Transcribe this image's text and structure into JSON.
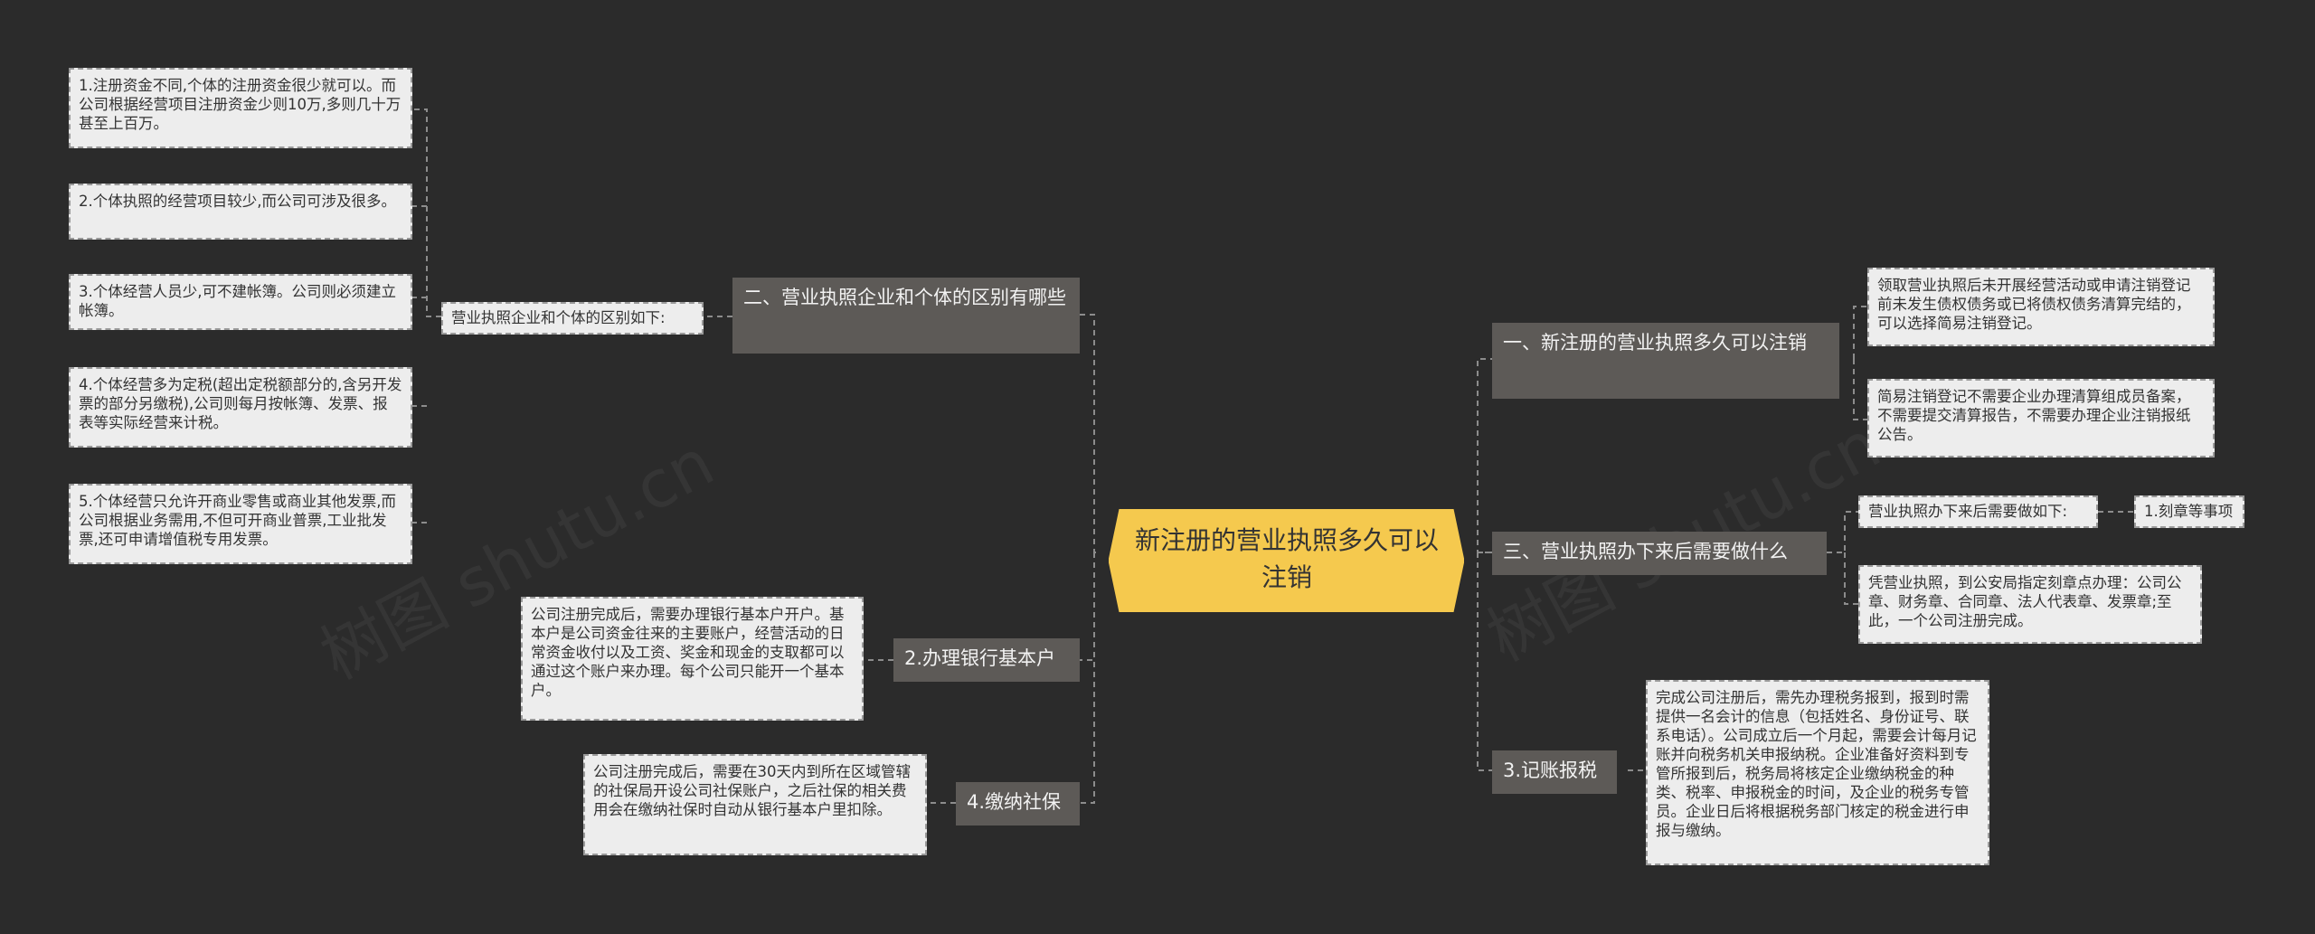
{
  "colors": {
    "background": "#2b2b2b",
    "root_fill": "#f5c94e",
    "branch_fill": "#5d5a57",
    "leaf_fill": "#ededed",
    "connector": "#8c8c8c"
  },
  "root": {
    "label": "新注册的营业执照多久可以注销"
  },
  "watermark": "树图 shutu.cn",
  "left": {
    "b1": {
      "label": "二、营业执照企业和个体的区别有哪些",
      "sub": "营业执照企业和个体的区别如下:",
      "items": [
        "1.注册资金不同,个体的注册资金很少就可以。而公司根据经营项目注册资金少则10万,多则几十万甚至上百万。",
        "2.个体执照的经营项目较少,而公司可涉及很多。",
        "3.个体经营人员少,可不建帐簿。公司则必须建立帐簿。",
        "4.个体经营多为定税(超出定税额部分的,含另开发票的部分另缴税),公司则每月按帐簿、发票、报表等实际经营来计税。",
        "5.个体经营只允许开商业零售或商业其他发票,而公司根据业务需用,不但可开商业普票,工业批发票,还可申请增值税专用发票。"
      ]
    },
    "b2": {
      "label": "2.办理银行基本户",
      "text": "公司注册完成后，需要办理银行基本户开户。基本户是公司资金往来的主要账户，经营活动的日常资金收付以及工资、奖金和现金的支取都可以通过这个账户来办理。每个公司只能开一个基本户。"
    },
    "b3": {
      "label": "4.缴纳社保",
      "text": "公司注册完成后，需要在30天内到所在区域管辖的社保局开设公司社保账户，之后社保的相关费用会在缴纳社保时自动从银行基本户里扣除。"
    }
  },
  "right": {
    "b1": {
      "label": "一、新注册的营业执照多久可以注销",
      "items": [
        "领取营业执照后未开展经营活动或申请注销登记前未发生债权债务或已将债权债务清算完结的，可以选择简易注销登记。",
        "简易注销登记不需要企业办理清算组成员备案，不需要提交清算报告，不需要办理企业注销报纸公告。"
      ]
    },
    "b2": {
      "label": "三、营业执照办下来后需要做什么",
      "sub": "营业执照办下来后需要做如下:",
      "subchild": "1.刻章等事项",
      "item": "凭营业执照，到公安局指定刻章点办理：公司公章、财务章、合同章、法人代表章、发票章;至此，一个公司注册完成。"
    },
    "b3": {
      "label": "3.记账报税",
      "text": "完成公司注册后，需先办理税务报到，报到时需提供一名会计的信息（包括姓名、身份证号、联系电话）。公司成立后一个月起，需要会计每月记账并向税务机关申报纳税。企业准备好资料到专管所报到后，税务局将核定企业缴纳税金的种类、税率、申报税金的时间，及企业的税务专管员。企业日后将根据税务部门核定的税金进行申报与缴纳。"
    }
  }
}
